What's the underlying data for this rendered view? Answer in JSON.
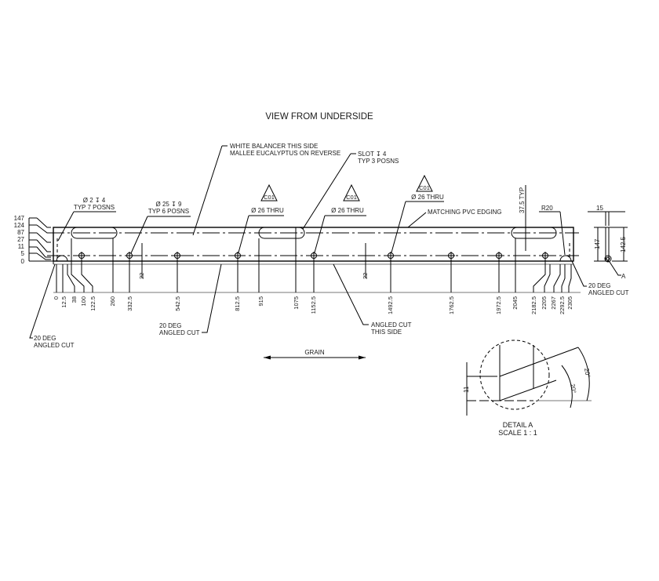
{
  "title": "VIEW FROM UNDERSIDE",
  "notes": {
    "white_balancer_line1": "WHITE BALANCER THIS SIDE",
    "white_balancer_line2": "MALLEE EUCALYPTUS ON REVERSE",
    "slot_line1": "SLOT ↧ 4",
    "slot_line2": "TYP 3 POSNS",
    "hole_small_line1": "Ø 2 ↧ 4",
    "hole_small_line2": "TYP 7 POSNS",
    "hole_25_line1": "Ø 25 ↧ 9",
    "hole_25_line2": "TYP 6 POSNS",
    "thru_1": "Ø 26 THRU",
    "thru_2": "Ø 26 THRU",
    "thru_3": "Ø 26 THRU",
    "rev_tag_1": "C01",
    "rev_tag_2": "C01",
    "rev_tag_3": "C01",
    "pvc_edging": "MATCHING PVC EDGING",
    "slot_depth": "37.5 TYP",
    "radius": "R20",
    "angled_cut_left_line1": "20 DEG",
    "angled_cut_left_line2": "ANGLED CUT",
    "angled_cut_mid_line1": "20 DEG",
    "angled_cut_mid_line2": "ANGLED CUT",
    "angled_cut_right_line1": "20 DEG",
    "angled_cut_right_line2": "ANGLED CUT",
    "angled_cut_this_side_line1": "ANGLED CUT",
    "angled_cut_this_side_line2": "THIS SIDE",
    "grain": "GRAIN",
    "dim_22_left": "22",
    "dim_22_right": "22"
  },
  "vertical_dims": [
    "147",
    "124",
    "87",
    "27",
    "11",
    "5",
    "0"
  ],
  "horizontal_dims": [
    "0",
    "12.5",
    "38",
    "100",
    "122.5",
    "260",
    "332.5",
    "542.5",
    "812.5",
    "915",
    "1075",
    "1152.5",
    "1492.5",
    "1762.5",
    "1972.5",
    "2045",
    "2182.5",
    "2205",
    "2267",
    "2292.5",
    "2305"
  ],
  "side_view": {
    "width": "15",
    "height_outer": "147",
    "height_inner": "142.5",
    "detail_ref": "A"
  },
  "detail": {
    "title": "DETAIL A",
    "scale": "SCALE 1 : 1",
    "dim_11": "11",
    "angle_outer": "20°",
    "angle_inner": "20°"
  }
}
